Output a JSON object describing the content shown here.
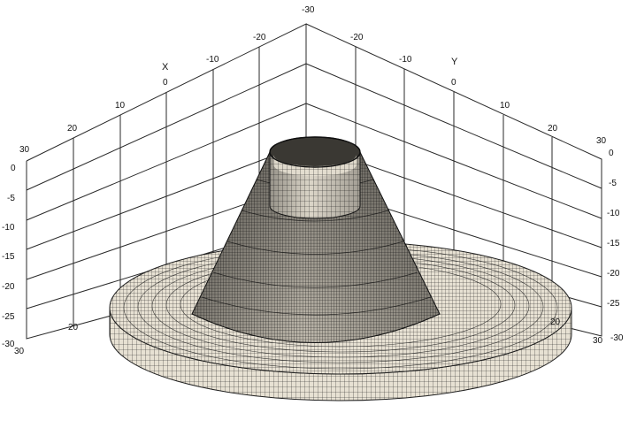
{
  "axes": {
    "x_name": "X",
    "y_name": "Y",
    "corner_top_label": "-30",
    "x_ticks": [
      "30",
      "20",
      "10",
      "0",
      "-10",
      "-20"
    ],
    "y_ticks": [
      "-20",
      "-10",
      "0",
      "10",
      "20",
      "30"
    ],
    "z_ticks_left": [
      "0",
      "-5",
      "-10",
      "-15",
      "-20",
      "-25",
      "-30"
    ],
    "z_ticks_right": [
      "0",
      "-5",
      "-10",
      "-15",
      "-20",
      "-25",
      "-30"
    ],
    "left_bottom_labels": [
      "30",
      "20"
    ],
    "right_bottom_labels": [
      "20",
      "30"
    ]
  },
  "colors": {
    "mesh_face": "#e7e1d3",
    "mesh_edge": "#1e1e1e",
    "grid_line": "#2a2a2a",
    "background": "#ffffff"
  }
}
